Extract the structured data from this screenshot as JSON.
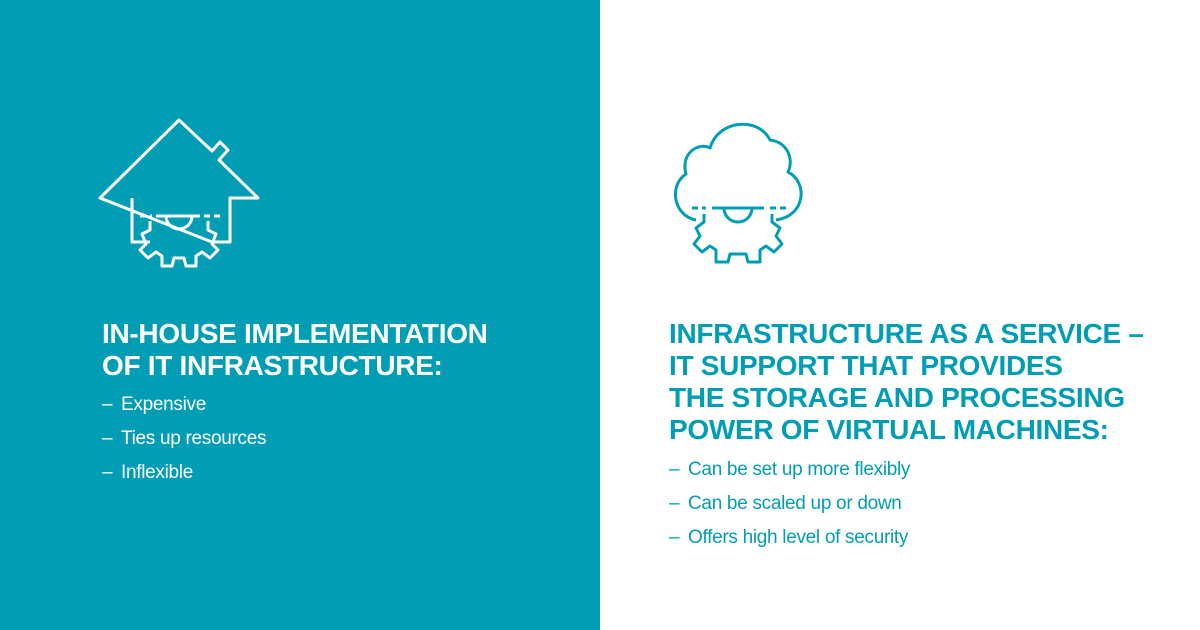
{
  "colors": {
    "brand_teal": "#009db5",
    "white": "#ffffff"
  },
  "left": {
    "icon": "house-with-gear-icon",
    "heading_line1": "IN-HOUSE IMPLEMENTATION",
    "heading_line2": "OF IT INFRASTRUCTURE:",
    "bullet_marker": "–",
    "items": [
      "Expensive",
      "Ties up resources",
      "Inflexible"
    ]
  },
  "right": {
    "icon": "cloud-with-gear-icon",
    "heading_line1": "INFRASTRUCTURE AS A SERVICE –",
    "heading_line2": "IT SUPPORT THAT PROVIDES",
    "heading_line3": "THE STORAGE AND PROCESSING",
    "heading_line4": "POWER OF VIRTUAL MACHINES:",
    "bullet_marker": "–",
    "items": [
      "Can be set up more flexibly",
      "Can be scaled up or down",
      "Offers high level of security"
    ]
  }
}
